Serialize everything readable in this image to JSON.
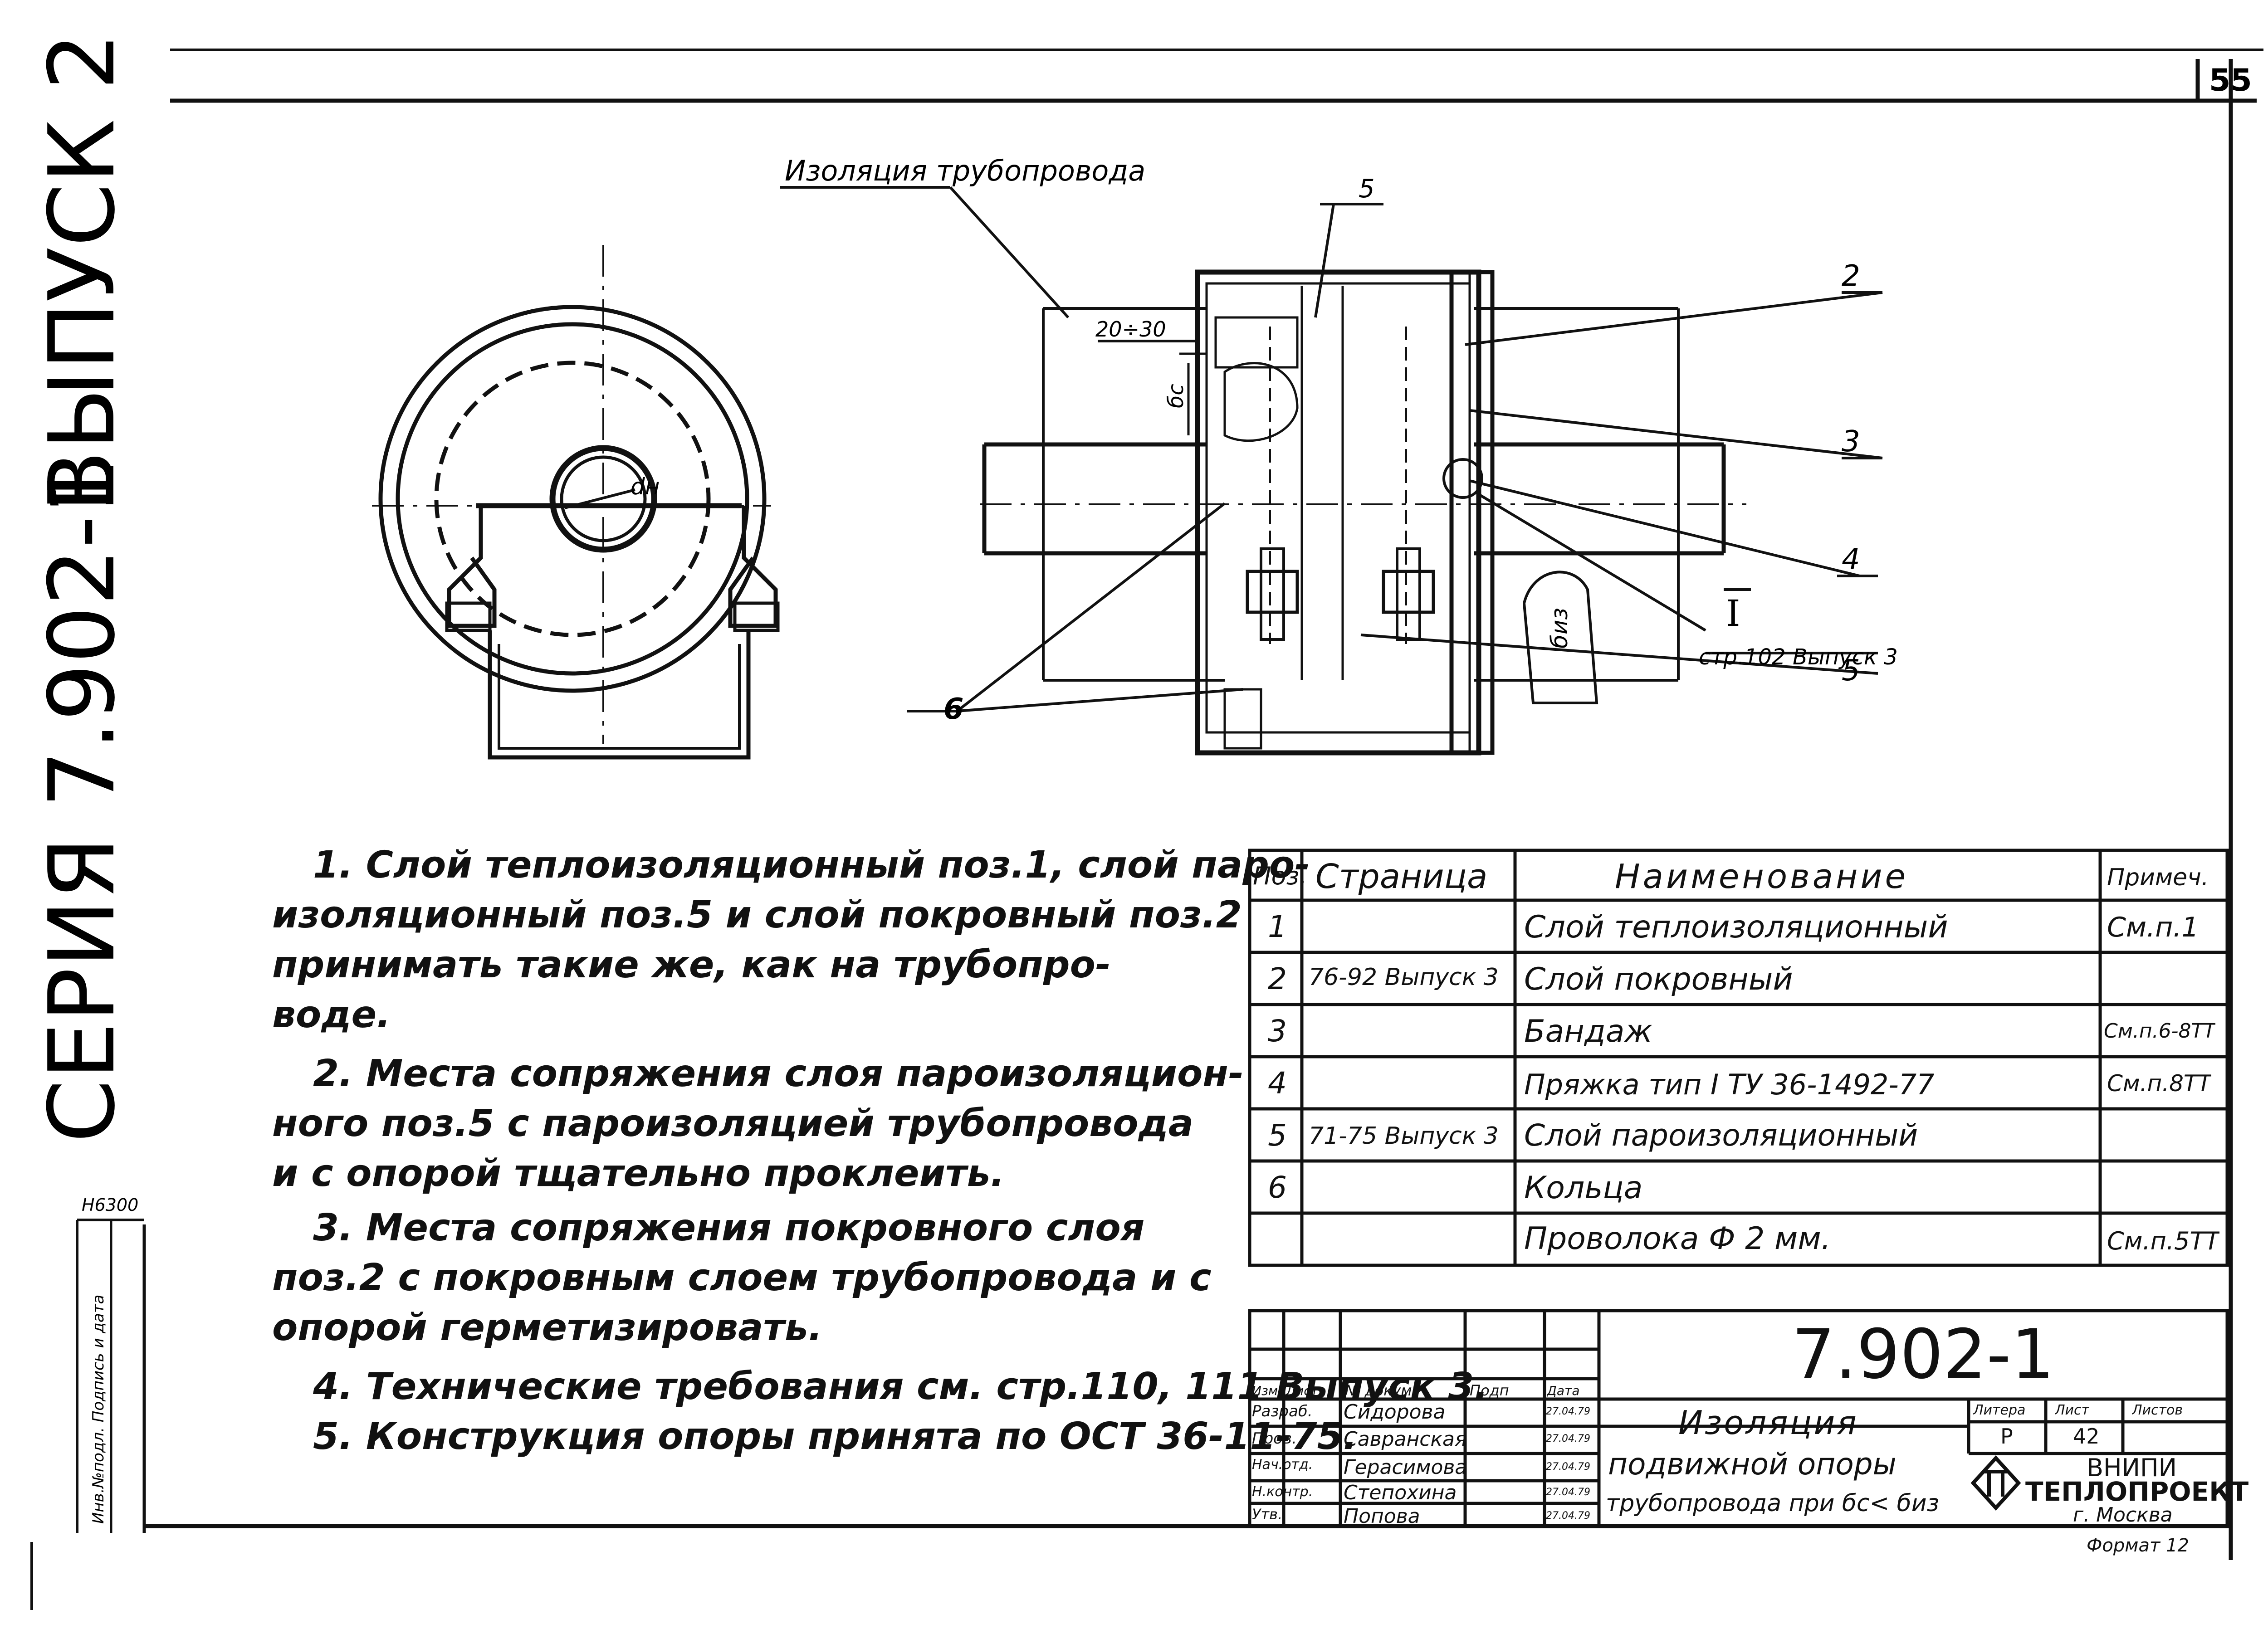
{
  "page_number": "55",
  "side_series": "СЕРИЯ 7.902-1",
  "side_issue": "ВЫПУСК 2",
  "side_code": "Н6300",
  "side_stamp": "Инв.№подл. Подпись и дата",
  "drawing": {
    "insulation_label": "Изоляция трубопровода",
    "dim_gap": "20÷30",
    "dim_bc": "бс",
    "dim_dn": "dн",
    "dim_biz": "биз",
    "callout_top_5": "5",
    "callout_2": "2",
    "callout_3": "3",
    "callout_4": "4",
    "callout_5": "5",
    "callout_6": "6",
    "roman_ref": "I",
    "ref_text": "стр.102 Выпуск 3"
  },
  "notes": [
    "1. Слой теплоизоляционный поз.1, слой паро-",
    "изоляционный поз.5 и слой покровный поз.2",
    "принимать такие же, как на трубопро-",
    "воде.",
    "2. Места сопряжения слоя пароизоляцион-",
    "ного поз.5 с пароизоляцией трубопровода",
    "и с опорой тщательно проклеить.",
    "3. Места сопряжения покровного слоя",
    "поз.2 с покровным слоем трубопровода и с",
    "опорой герметизировать.",
    "4. Технические требования см. стр.110, 111 Выпуск 3.",
    "5. Конструкция опоры принята по ОСТ 36-11-75."
  ],
  "spec_table": {
    "headers": [
      "Поз.",
      "Страница",
      "Наименование",
      "Примеч."
    ],
    "rows": [
      [
        "1",
        "",
        "Слой теплоизоляционный",
        "См.п.1"
      ],
      [
        "2",
        "76-92 Выпуск 3",
        "Слой покровный",
        ""
      ],
      [
        "3",
        "",
        "Бандаж",
        "См.п.6-8ТТ"
      ],
      [
        "4",
        "",
        "Пряжка тип I ТУ 36-1492-77",
        "См.п.8ТТ"
      ],
      [
        "5",
        "71-75 Выпуск 3",
        "Слой пароизоляционный",
        ""
      ],
      [
        "6",
        "",
        "Кольца",
        ""
      ],
      [
        "",
        "",
        "Проволока Ф 2 мм.",
        "См.п.5ТТ"
      ]
    ]
  },
  "title_block": {
    "doc_number": "7.902-1",
    "col_headers": [
      "Изм",
      "Лист",
      "№ докум.",
      "Подп",
      "Дата"
    ],
    "roles": [
      {
        "role": "Разраб.",
        "name": "Сидорова",
        "date": "27.04.79"
      },
      {
        "role": "Пров.",
        "name": "Савранская",
        "date": "27.04.79"
      },
      {
        "role": "Нач.отд.",
        "name": "Герасимова",
        "date": "27.04.79"
      },
      {
        "role": "Н.контр.",
        "name": "Степохина",
        "date": "27.04.79"
      },
      {
        "role": "Утв.",
        "name": "Попова",
        "date": "27.04.79"
      }
    ],
    "title_line1": "Изоляция",
    "title_line2": "подвижной опоры",
    "title_line3": "трубопровода при бс< биз",
    "litera_label": "Литера",
    "sheet_label": "Лист",
    "sheets_label": "Листов",
    "litera_value": "Р",
    "sheet_value": "42",
    "org_name": "ВНИПИ",
    "org_sub": "ТЕПЛОПРОЕКТ",
    "org_city": "г. Москва",
    "format": "Формат 12"
  }
}
